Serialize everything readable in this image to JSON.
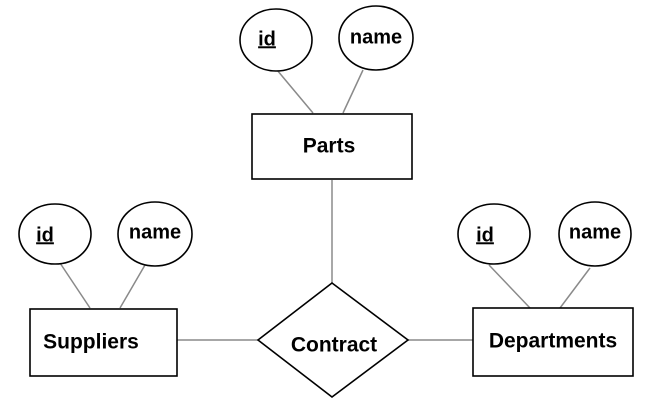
{
  "diagram": {
    "entities": {
      "parts": "Parts",
      "suppliers": "Suppliers",
      "departments": "Departments"
    },
    "relationship": "Contract",
    "attributes": {
      "parts_id": "id",
      "parts_name": "name",
      "suppliers_id": "id",
      "suppliers_name": "name",
      "departments_id": "id",
      "departments_name": "name"
    }
  }
}
